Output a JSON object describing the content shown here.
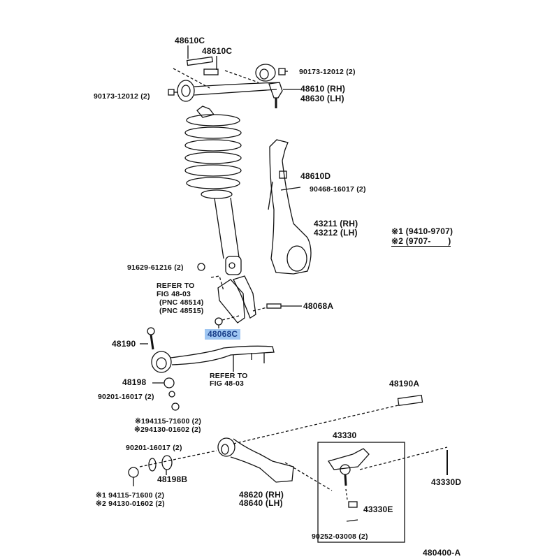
{
  "diagram_id": "480400-A",
  "highlighted_part": "48068C",
  "colors": {
    "highlight": "#9fc6f2",
    "ink": "#111111"
  },
  "labels": {
    "p48610c_a": "48610C",
    "p48610c_b": "48610C",
    "p90173_r": "90173-12012 (2)",
    "p48610": "48610 (RH)",
    "p48630": "48630 (LH)",
    "p90173_l": "90173-12012 (2)",
    "p48610d": "48610D",
    "p90468": "90468-16017 (2)",
    "p43211": "43211 (RH)",
    "p43212": "43212 (LH)",
    "note1": "※1 (9410-9707)",
    "note2": "※2 (9707-       )",
    "p91629": "91629-61216 (2)",
    "refer1_a": "REFER TO",
    "refer1_b": "FIG 48-03",
    "refer1_c": "(PNC 48514)",
    "refer1_d": "(PNC 48515)",
    "p48068a": "48068A",
    "p48068c": "48068C",
    "p48190": "48190",
    "refer2_a": "REFER TO",
    "refer2_b": "FIG 48-03",
    "p48198": "48198",
    "p48190a": "48190A",
    "p90201_a": "90201-16017 (2)",
    "p94115_a": "※194115-71600 (2)",
    "p94130_a": "※294130-01602 (2)",
    "p43330": "43330",
    "p90201_b": "90201-16017 (2)",
    "p48198b": "48198B",
    "p43330d": "43330D",
    "p48620": "48620 (RH)",
    "p48640": "48640 (LH)",
    "p94115_b": "※1 94115-71600 (2)",
    "p94130_b": "※2 94130-01602 (2)",
    "p43330e": "43330E",
    "p90252": "90252-03008 (2)",
    "fig_id": "480400-A"
  }
}
